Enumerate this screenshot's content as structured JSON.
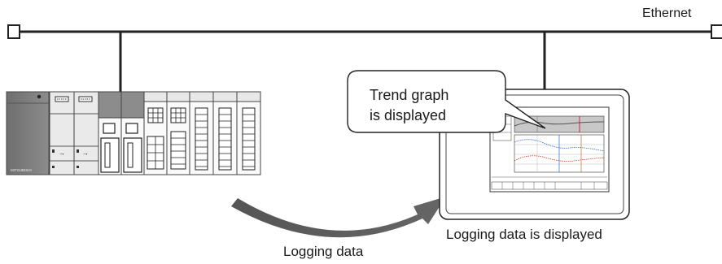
{
  "network": {
    "label": "Ethernet"
  },
  "plc": {
    "brand_text": "MITSUBISHI"
  },
  "arrow": {
    "label": "Logging data"
  },
  "got": {
    "caption": "Logging data is displayed",
    "callout": {
      "line1": "Trend graph",
      "line2": "is displayed"
    }
  }
}
